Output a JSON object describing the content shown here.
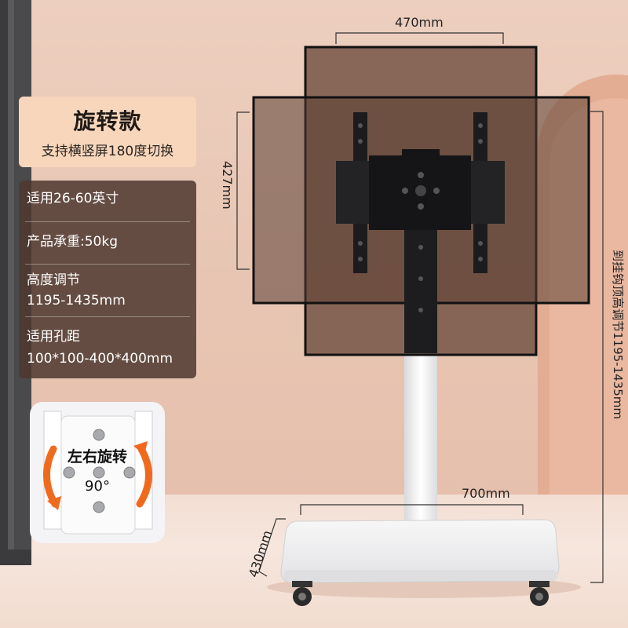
{
  "title": {
    "main": "旋转款",
    "sub": "支持横竖屏180度切换"
  },
  "specs": [
    {
      "label": "适用26-60英寸",
      "value": ""
    },
    {
      "label": "产品承重:50kg",
      "value": ""
    },
    {
      "label": "高度调节",
      "value": "1195-1435mm"
    },
    {
      "label": "适用孔距",
      "value": "100*100-400*400mm"
    }
  ],
  "inset": {
    "label": "左右旋转",
    "degree": "90°"
  },
  "dimensions": {
    "screen_width": "470mm",
    "screen_height": "427mm",
    "base_width": "700mm",
    "base_depth": "430mm",
    "hook_height": "到挂钩顶高调节1195-1435mm"
  },
  "colors": {
    "wall": "#e9c7b6",
    "title_bg": "#f7d6bb",
    "spec_bg": "#4e3830",
    "screen_tint": "#6b4a3c",
    "stand": "#ffffff",
    "accent_orange": "#f06a1e"
  }
}
